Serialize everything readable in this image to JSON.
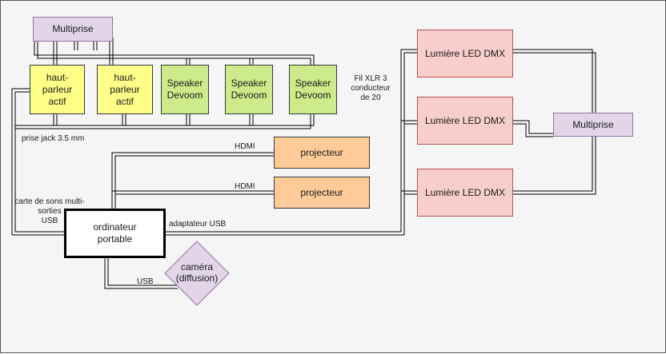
{
  "nodes": {
    "multiprise_top": "Multiprise",
    "speaker_active_1": "haut-\nparleur\nactif",
    "speaker_active_2": "haut-\nparleur\nactif",
    "speaker_devoom_1": "Speaker\nDevoom",
    "speaker_devoom_2": "Speaker\nDevoom",
    "speaker_devoom_3": "Speaker\nDevoom",
    "projector_1": "projecteur",
    "projector_2": "projecteur",
    "laptop": "ordinateur\nportable",
    "camera": "caméra\n(diffusion)",
    "led_1": "Lumière LED DMX",
    "led_2": "Lumière LED DMX",
    "led_3": "Lumière LED DMX",
    "multiprise_right": "Multiprise"
  },
  "labels": {
    "jack": "prise jack 3.5 mm",
    "hdmi_1": "HDMI",
    "hdmi_2": "HDMI",
    "xlr": "Fil XLR 3\nconducteur\nde 20",
    "sound_card": "carte de sons multi-\nsorties\nUSB",
    "usb_adapter": "adaptateur USB",
    "usb_camera": "USB"
  },
  "colors": {
    "canvas": "#f5f5f5",
    "speaker_active": "#ffff88",
    "speaker_devoom": "#cdeb8b",
    "projector": "#ffcc99",
    "multiprise": "#e1d5e7",
    "led_light": "#f8cecc",
    "laptop": "#ffffff"
  }
}
